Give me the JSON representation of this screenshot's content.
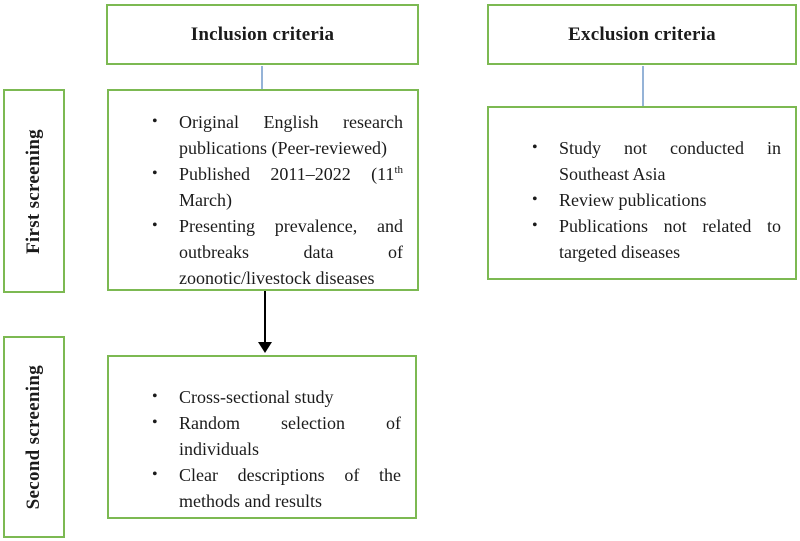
{
  "palette": {
    "box_border_green": "#7cb952",
    "connector_blue": "#95b3d7",
    "arrow_black": "#000000",
    "text": "#1b1b1b",
    "background": "#ffffff"
  },
  "bullet_glyph": "•",
  "headers": {
    "inclusion": "Inclusion criteria",
    "exclusion": "Exclusion criteria"
  },
  "side_labels": {
    "first": "First screening",
    "second": "Second screening"
  },
  "boxes": {
    "first_screening": {
      "bullets": [
        {
          "lines": [
            {
              "text": "Original English research"
            },
            {
              "text": "publications (Peer-reviewed)"
            }
          ]
        },
        {
          "lines": [
            {
              "text": "Published 2011–2022 (11",
              "sup": "th"
            },
            {
              "text": "March)"
            }
          ]
        },
        {
          "lines": [
            {
              "text": "Presenting prevalence, and"
            },
            {
              "text": "outbreaks data of"
            },
            {
              "text": "zoonotic/livestock diseases"
            }
          ]
        }
      ]
    },
    "exclusion": {
      "bullets": [
        {
          "lines": [
            {
              "text": "Study not conducted in"
            },
            {
              "text": "Southeast Asia"
            }
          ]
        },
        {
          "lines": [
            {
              "text": "Review publications"
            }
          ]
        },
        {
          "lines": [
            {
              "text": "Publications not related to"
            },
            {
              "text": "targeted diseases"
            }
          ]
        }
      ]
    },
    "second_screening": {
      "bullets": [
        {
          "lines": [
            {
              "text": "Cross-sectional study"
            }
          ]
        },
        {
          "lines": [
            {
              "text": "Random selection of"
            },
            {
              "text": "individuals"
            }
          ]
        },
        {
          "lines": [
            {
              "text": "Clear descriptions of the"
            },
            {
              "text": "methods and results"
            }
          ]
        }
      ]
    }
  }
}
